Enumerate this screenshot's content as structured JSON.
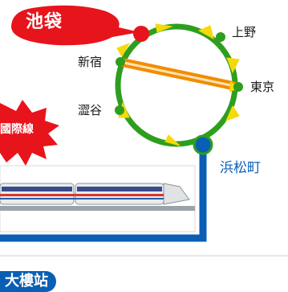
{
  "callout": {
    "text": "池袋",
    "color": "#e8141c"
  },
  "burst": {
    "text": "國際線",
    "color": "#e8141c"
  },
  "stations": {
    "ueno": "上野",
    "shinjuku": "新宿",
    "tokyo": "東京",
    "shibuya": "澀谷",
    "hamamatsucho": "浜松町"
  },
  "bottom_badge": "大樓站",
  "colors": {
    "yamanote_line": "#2e9e1f",
    "chuo_line": "#f28c00",
    "monorail_line": "#0a5fb4",
    "arrow": "#f5d90a",
    "ikebukuro_dot": "#e8141c",
    "hamamatsucho_dot": "#0a5fb4"
  }
}
